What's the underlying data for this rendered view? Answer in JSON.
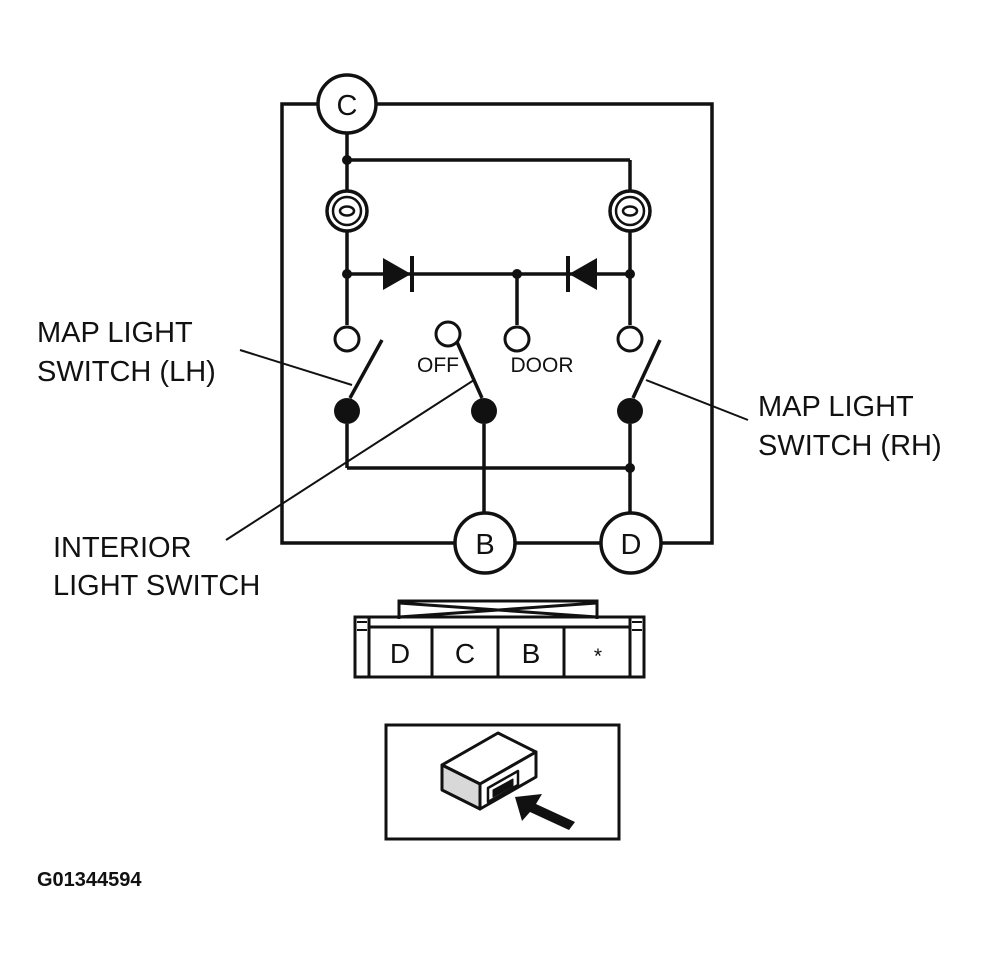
{
  "labels": {
    "map_light_lh": [
      "MAP LIGHT",
      "SWITCH (LH)"
    ],
    "map_light_rh": [
      "MAP LIGHT",
      "SWITCH (RH)"
    ],
    "interior_light": [
      "INTERIOR",
      "LIGHT SWITCH"
    ],
    "off": "OFF",
    "door": "DOOR"
  },
  "terminals": {
    "top": "C",
    "bottom_left": "B",
    "bottom_right": "D"
  },
  "connector_pins": [
    "D",
    "C",
    "B",
    "*"
  ],
  "figure_code": "G01344594"
}
